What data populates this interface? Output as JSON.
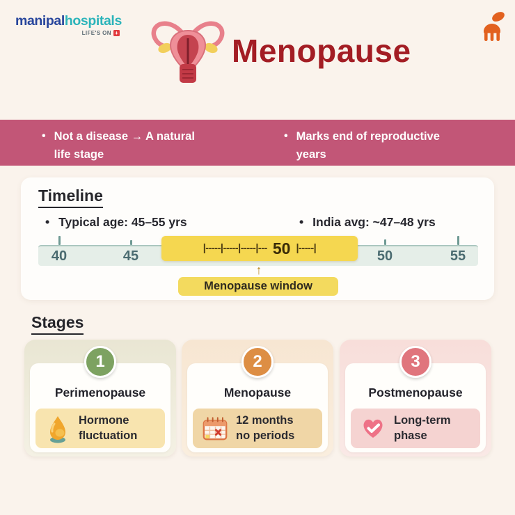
{
  "brand": {
    "logo_part1": "manipal",
    "logo_part2": "hospitals",
    "tagline": "LIFE'S ON",
    "tagline_plus": "+",
    "title": "Menopause"
  },
  "banner": {
    "bg_color": "#c25677",
    "bullets": [
      "Not a disease → A natural\nlife stage",
      "Marks end of reproductive\nyears"
    ]
  },
  "timeline": {
    "heading": "Timeline",
    "bullet_left": "Typical age: 45–55 yrs",
    "bullet_right": "India avg: ~47–48 yrs",
    "ticks": [
      "40",
      "45",
      "50",
      "55"
    ],
    "window_box": {
      "lead": "|-----|-----|-----|---",
      "value": "50",
      "tail": "|-----|"
    },
    "arrow": "↑",
    "window_label": "Menopause window",
    "highlight_color": "#f5d750"
  },
  "stages": {
    "heading": "Stages",
    "cards": [
      {
        "number": "1",
        "name": "Perimenopause",
        "detail": "Hormone\nfluctuation",
        "icon": "droplet-icon",
        "accent_color": "#7da261",
        "panel_color": "#f8e4af"
      },
      {
        "number": "2",
        "name": "Menopause",
        "detail": "12 months\nno periods",
        "icon": "calendar-crossed-icon",
        "accent_color": "#dd8e44",
        "panel_color": "#f0d6a6"
      },
      {
        "number": "3",
        "name": "Postmenopause",
        "detail": "Long-term\nphase",
        "icon": "heart-check-icon",
        "accent_color": "#e0757d",
        "panel_color": "#f5d3d1"
      }
    ]
  },
  "colors": {
    "background": "#faf3ec",
    "title_red": "#a31d24",
    "logo_blue": "#27459c",
    "logo_teal": "#2cb4ba",
    "ruler_strip": "#e5eee8",
    "ruler_text": "#4a6b70"
  }
}
